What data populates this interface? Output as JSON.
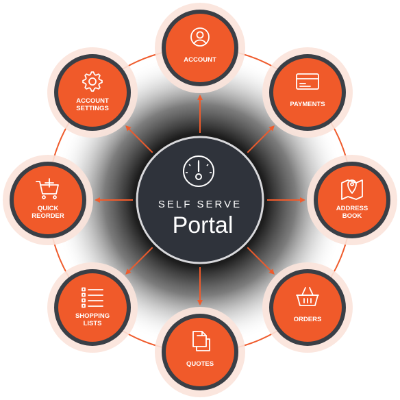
{
  "hub": {
    "line1": "SELF SERVE",
    "line2": "Portal",
    "icon": "gauge-icon"
  },
  "colors": {
    "accent": "#f05a2a",
    "ring": "#3a3f46",
    "hub_fill": "#2f333b",
    "halo": "#fbe3da",
    "connector": "#ef5b2c"
  },
  "nodes": [
    {
      "id": "account",
      "lines": [
        "ACCOUNT"
      ],
      "icon": "user-icon"
    },
    {
      "id": "payments",
      "lines": [
        "PAYMENTS"
      ],
      "icon": "credit-card-icon"
    },
    {
      "id": "address-book",
      "lines": [
        "ADDRESS",
        "BOOK"
      ],
      "icon": "map-pin-icon"
    },
    {
      "id": "orders",
      "lines": [
        "ORDERS"
      ],
      "icon": "basket-icon"
    },
    {
      "id": "quotes",
      "lines": [
        "QUOTES"
      ],
      "icon": "documents-icon"
    },
    {
      "id": "shopping-lists",
      "lines": [
        "SHOPPING",
        "LISTS"
      ],
      "icon": "list-icon"
    },
    {
      "id": "quick-reorder",
      "lines": [
        "QUICK",
        "REORDER"
      ],
      "icon": "cart-add-icon"
    },
    {
      "id": "account-settings",
      "lines": [
        "ACCOUNT",
        "SETTINGS"
      ],
      "icon": "gear-icon"
    }
  ]
}
